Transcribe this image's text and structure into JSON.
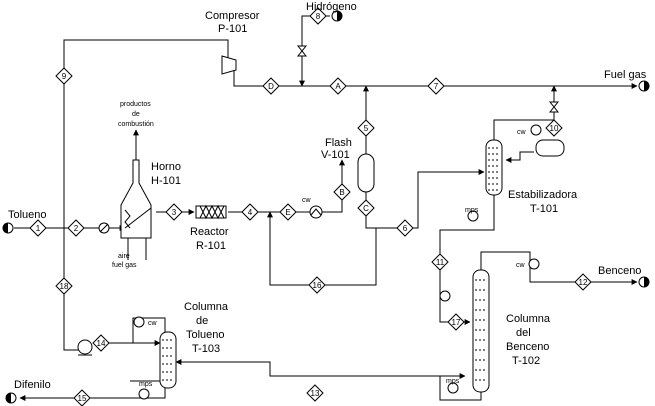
{
  "equipment": {
    "compresor": [
      "Compresor",
      "P-101"
    ],
    "hidrogeno": "Hidrógeno",
    "fuel_gas_out": "Fuel gas",
    "flash": [
      "Flash",
      "V-101"
    ],
    "horno": [
      "Horno",
      "H-101"
    ],
    "productos": [
      "productos",
      "de",
      "combustión"
    ],
    "aire": "aire",
    "fuel_gas_in": "fuel gas",
    "reactor": [
      "Reactor",
      "R-101"
    ],
    "tolueno": "Tolueno",
    "estabilizadora": [
      "Estabilizadora",
      "T-101"
    ],
    "benceno": "Benceno",
    "col_tolueno": [
      "Columna",
      "de",
      "Tolueno",
      "T-103"
    ],
    "col_benceno": [
      "Columna",
      "del",
      "Benceno",
      "T-102"
    ],
    "difenilo": "Difenilo",
    "cw": "cw",
    "mps": "mps"
  },
  "streams": [
    "1",
    "2",
    "3",
    "4",
    "5",
    "6",
    "7",
    "8",
    "9",
    "10",
    "11",
    "12",
    "13",
    "14",
    "15",
    "16",
    "17",
    "18",
    "A",
    "B",
    "C",
    "D",
    "E"
  ]
}
